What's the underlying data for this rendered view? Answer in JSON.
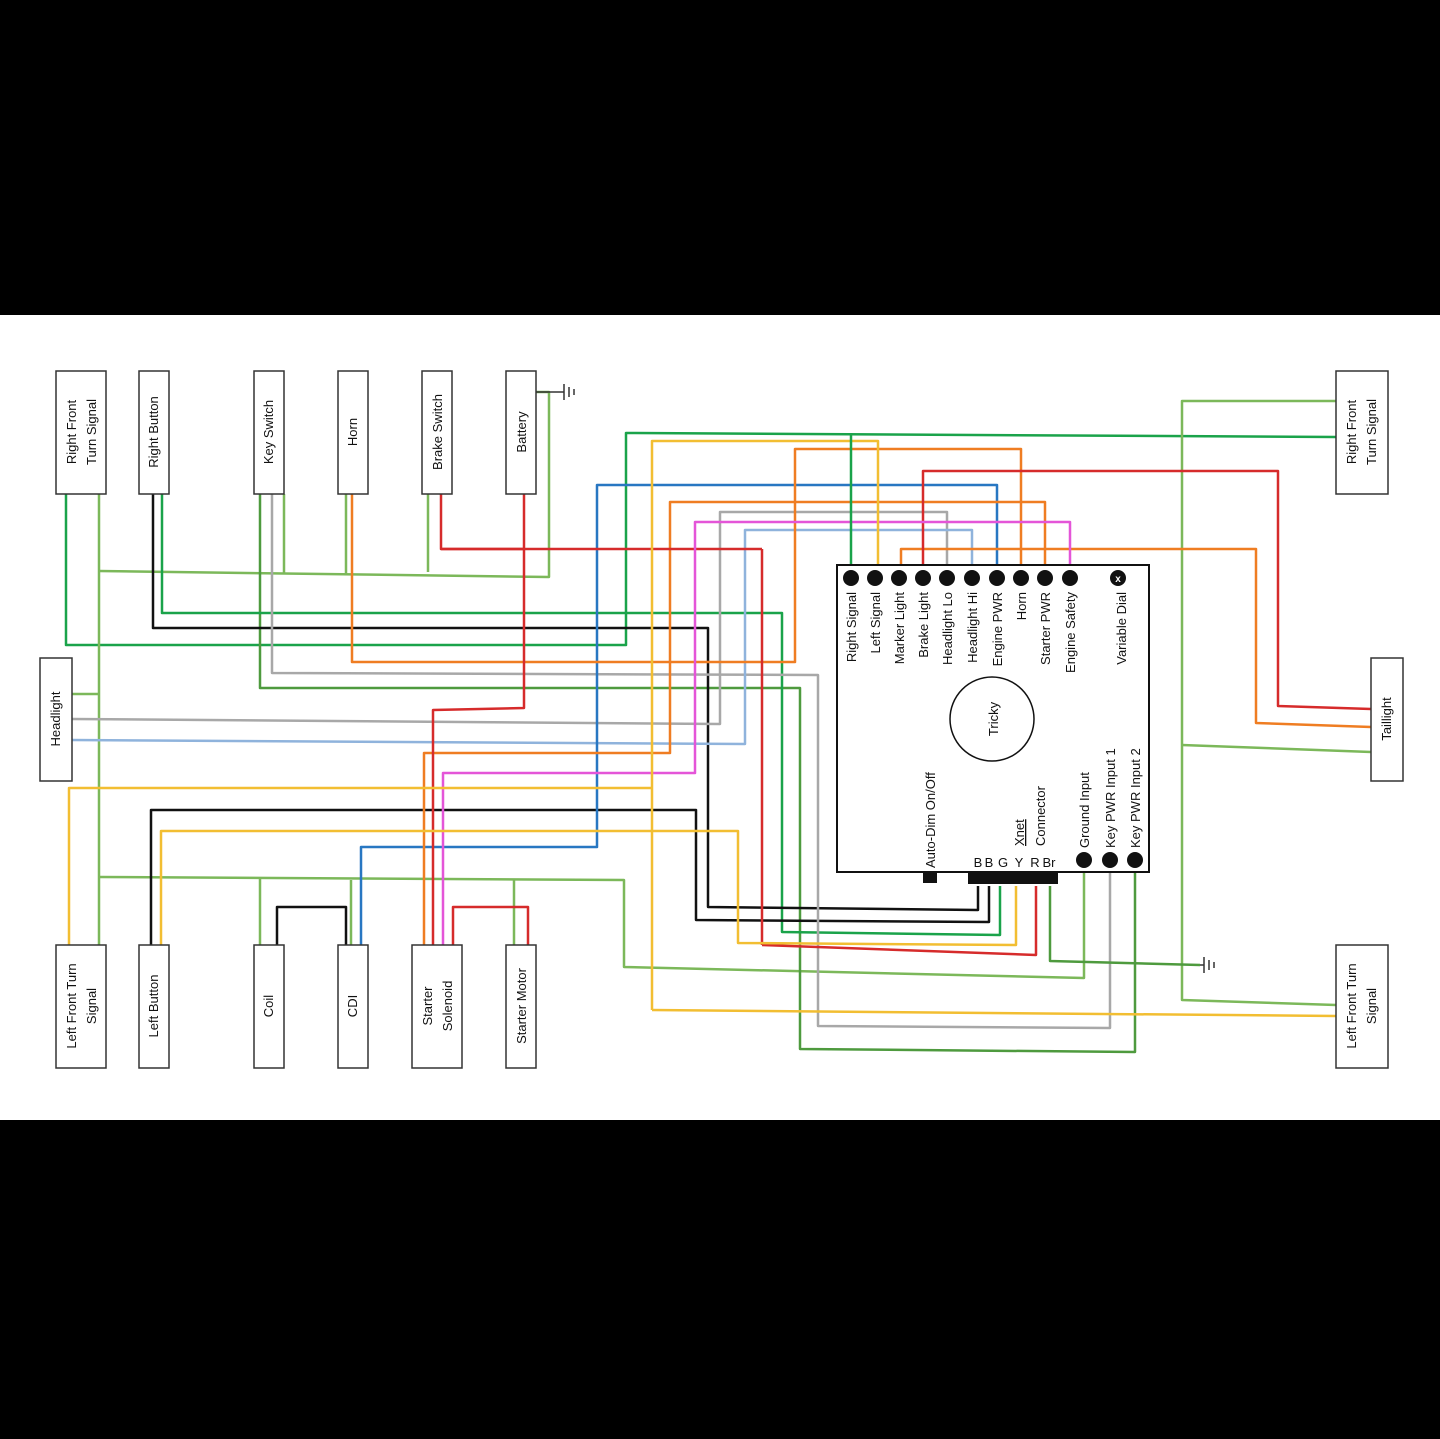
{
  "components": {
    "right_front_turn_signal_left": [
      "Right Front",
      "Turn Signal"
    ],
    "right_button": [
      "Right Button"
    ],
    "key_switch": [
      "Key Switch"
    ],
    "horn": [
      "Horn"
    ],
    "brake_switch": [
      "Brake Switch"
    ],
    "battery": [
      "Battery"
    ],
    "headlight": [
      "Headlight"
    ],
    "left_front_turn_signal_left": [
      "Left Front Turn",
      "Signal"
    ],
    "left_button": [
      "Left Button"
    ],
    "coil": [
      "Coil"
    ],
    "cdi": [
      "CDI"
    ],
    "starter_solenoid": [
      "Starter",
      "Solenoid"
    ],
    "starter_motor": [
      "Starter Motor"
    ],
    "right_front_turn_signal_right": [
      "Right Front",
      "Turn Signal"
    ],
    "taillight": [
      "Taillight"
    ],
    "left_front_turn_signal_right": [
      "Left Front Turn",
      "Signal"
    ]
  },
  "module": {
    "center_label": "Tricky",
    "top_pins": [
      "Right Signal",
      "Left Signal",
      "Marker Light",
      "Brake Light",
      "Headlight Lo",
      "Headlight Hi",
      "Engine PWR",
      "Horn",
      "Starter PWR",
      "Engine Safety"
    ],
    "dial_label": "Variable Dial",
    "dial_symbol": "x",
    "auto_dim_label": "Auto-Dim On/Off",
    "xnet_label_1": "Xnet",
    "xnet_label_2": "Connector",
    "xnet_pins": [
      "B",
      "B",
      "G",
      "Y",
      "R",
      "Br"
    ],
    "bottom_pins": [
      "Ground Input",
      "Key PWR Input  1",
      "Key PWR Input 2"
    ]
  },
  "colors": {
    "green": "#1aa34a",
    "light_green": "#7cb85a",
    "dark_green": "#4e9a3e",
    "yellow": "#f2be32",
    "orange": "#ef7d22",
    "red": "#d62b2b",
    "blue": "#2877c2",
    "light_blue": "#8fb3dc",
    "gray": "#a8a8a8",
    "black": "#111111",
    "magenta": "#e455d8"
  }
}
